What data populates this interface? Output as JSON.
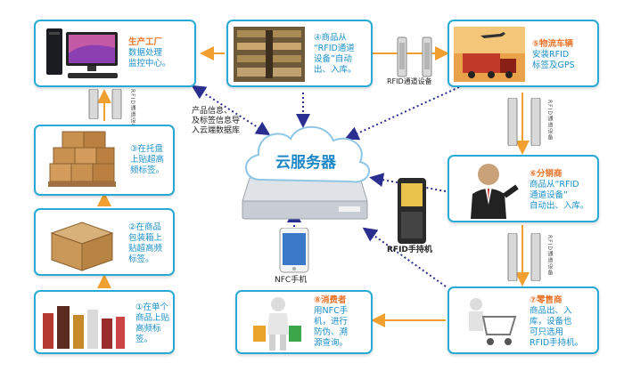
{
  "colors": {
    "border": "#29a9d6",
    "arrow": "#f0a030",
    "dotted": "#2a2f8f",
    "text": "#1a8fc9",
    "highlight": "#e8742a"
  },
  "nodes": {
    "factory": {
      "title": "生产工厂",
      "line1": "数据处理",
      "line2": "监控中心。"
    },
    "warehouse": {
      "title": "④商品从",
      "line1": "“RFID通道",
      "line2": "设备”自动",
      "line3": "出、入库。"
    },
    "logistics": {
      "title": "⑤物流车辆",
      "line1": "安装RFID",
      "line2": "标签及GPS"
    },
    "pallet": {
      "title": "③在托盘",
      "line1": "上贴超高",
      "line2": "频标签。"
    },
    "package": {
      "title": "②在商品",
      "line1": "包装箱上",
      "line2": "贴超高频",
      "line3": "标签。"
    },
    "product": {
      "title": "①在单个",
      "line1": "商品上贴",
      "line2": "高频标签。"
    },
    "distributor": {
      "title": "⑥分销商",
      "line1": "商品从“RFID",
      "line2": "通道设备”",
      "line3": "自动出、入库。"
    },
    "consumer": {
      "title": "⑧消费者",
      "line1": "用NFC手",
      "line2": "机，进行",
      "line3": "防伪、溯",
      "line4": "源查询。"
    },
    "retailer": {
      "title": "⑦零售商",
      "line1": "商品出、入",
      "line2": "库，设备也",
      "line3": "可只选用",
      "line4": "RFID手持机。"
    }
  },
  "labels": {
    "rfid_channel": "RFID通道设备",
    "product_info_1": "产品信息、",
    "product_info_2": "及标签信息导",
    "product_info_3": "入云端数据库",
    "cloud": "云服务器",
    "nfc_phone": "NFC手机",
    "rfid_handheld": "RFID手持机",
    "vertical_rfid": "RFID通道设备"
  }
}
